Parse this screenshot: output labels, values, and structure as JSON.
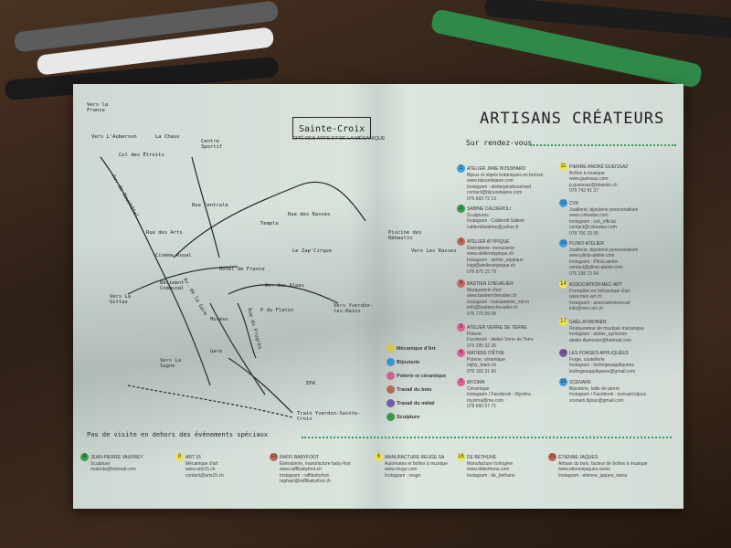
{
  "map": {
    "title": "Sainte-Croix",
    "subtitle": "Cité des arts et de la mécanique",
    "labels": [
      "Vers la France",
      "Vers L'Auberson",
      "La Chaux",
      "Col des Étroits",
      "Centre Sportif",
      "Rue des Arts",
      "Av. de Neuchâtel",
      "Rue Centrale",
      "Temple",
      "Rue des Rasses",
      "Cinéma Royal",
      "Hôtel de France",
      "Le Zap'Cirque",
      "Piscine des Réhaults",
      "Vers Les Rasses",
      "Bâtiment Communal",
      "Av. des Alpes",
      "Vers La Gittaz",
      "Av. de la Gare",
      "Musées",
      "Rue du Progrès",
      "Vers Yverdon-les-Bains",
      "P du Flaton",
      "Gare",
      "Vers La Sagne",
      "Train Yverdon-Sainte-Croix",
      "EPA"
    ]
  },
  "header": {
    "title": "Artisans Créateurs",
    "subtitle": "Sur rendez-vous"
  },
  "legend": [
    {
      "label": "Mécanique d'Art",
      "color": "#f2e24a"
    },
    {
      "label": "Bijouterie",
      "color": "#3a9ee0"
    },
    {
      "label": "Poterie et céramique",
      "color": "#e0609a"
    },
    {
      "label": "Travail du bois",
      "color": "#c0685a"
    },
    {
      "label": "Travail du métal",
      "color": "#7a5ab0"
    },
    {
      "label": "Sculpture",
      "color": "#3a9a4a"
    }
  ],
  "entries_left": [
    {
      "num": "1",
      "color": "#3a9ee0",
      "lines": [
        "Atelier Jane BOSSHARD",
        "Bijoux et objets botaniques en bronze",
        "www.bijouxdejane.com",
        "Instagram : atelierjanebosshard",
        "contact@bijouxdejane.com",
        "076 693 72 13"
      ]
    },
    {
      "num": "2",
      "color": "#3a9a4a",
      "lines": [
        "Sabine CALDEROLI",
        "Sculptures",
        "Instagram : Calderoli Sabine",
        "calderolisabine@yahoo.fr"
      ]
    },
    {
      "num": "3",
      "color": "#c0685a",
      "lines": [
        "ATELIER ATYPIQUE",
        "Ébénisterie, menuiserie",
        "www.atelieratypique.ch",
        "Instagram : atelier_atypique",
        "luigi@atelieratypique.ch",
        "076 575 15 78"
      ]
    },
    {
      "num": "4",
      "color": "#c0685a",
      "lines": [
        "Bastien CHEVALIER",
        "Marqueterie d'art",
        "www.bastienchevalier.ch",
        "Instagram : marqueterie_micro",
        "info@bastienchevalier.ch",
        "076 779 59 08"
      ]
    },
    {
      "num": "5",
      "color": "#e0609a",
      "lines": [
        "ATELIER VERRE DE TERRE",
        "Poterie",
        "Facebook : atelier Verre de Terre",
        "079 295 32 26"
      ]
    },
    {
      "num": "6",
      "color": "#e0609a",
      "lines": [
        "MATIÈRE D'ÊTRE",
        "Poterie, céramique",
        "mjiby_team.ch",
        "079 193 31 96"
      ]
    },
    {
      "num": "7",
      "color": "#e0609a",
      "lines": [
        "MYZIMA",
        "Céramique",
        "Instagram / Facebook : Myzima",
        "myzima@me.com",
        "078 690 07 71"
      ]
    }
  ],
  "entries_right": [
    {
      "num": "11",
      "color": "#f2e24a",
      "lines": [
        "Pierre-André GUEISSAZ",
        "Boîtes à musique",
        "www.gueissaz.com",
        "p.gueissaz@bluewin.ch",
        "079 742 81 37"
      ]
    },
    {
      "num": "12",
      "color": "#3a9ee0",
      "lines": [
        "CVK",
        "Joaillerie, bijouterie personnalisée",
        "www.cvkswiss.com",
        "Instagram : cvk_official",
        "contact@cvkswiss.com",
        "079 706 33 05"
      ]
    },
    {
      "num": "13",
      "color": "#3a9ee0",
      "lines": [
        "PLINIO ATELIER",
        "Joaillerie, bijouterie personnalisée",
        "www.plinio-atelier.com",
        "Instagram : Plinio.atelier",
        "contact@plinio-atelier.com",
        "076 398 73 94"
      ]
    },
    {
      "num": "14",
      "color": "#f2e24a",
      "lines": [
        "Association MEC-ART",
        "Formation en mécanique d'art",
        "www.mec-art.ch",
        "Instagram : associationmecart",
        "info@mec-art.ch"
      ]
    },
    {
      "num": "17",
      "color": "#f2e24a",
      "lines": [
        "Gaël AYMONIER",
        "Restaurateur de musique mécanique",
        "Instagram : atelier_aymonier",
        "atelier.Aymonier@hotmail.com"
      ]
    },
    {
      "num": "18",
      "color": "#7a5ab0",
      "lines": [
        "LES FORGES APPLIQUÉES",
        "Forge, coutellerie",
        "Instagram : lesforgesappliquees",
        "lesforgesappliquees@gmail.com"
      ]
    },
    {
      "num": "15",
      "color": "#3a9ee0",
      "lines": [
        "SCENARII",
        "Bijouterie, taille de pierre",
        "Instagram / Facebook : scenarii.bijoux",
        "scenarii.bijoux@gmail.com"
      ]
    }
  ],
  "footer": {
    "heading": "Pas de visite en dehors des événements spéciaux",
    "entries": [
      {
        "num": "9",
        "color": "#3a9a4a",
        "lines": [
          "Jean-Pierre VAUFREY",
          "Sculpture",
          "malenta@hotmail.com"
        ]
      },
      {
        "num": "8",
        "color": "#f2e24a",
        "lines": [
          "ART 15",
          "Mécanique d'art",
          "www.arts15.ch",
          "contact@arts15.ch"
        ]
      },
      {
        "num": "10",
        "color": "#c0685a",
        "lines": [
          "RAFFI BABYFOOT",
          "Ébénisterie, manufacture baby-foot",
          "www.raffibabyfoot.ch",
          "Instagram : raffibabyfoot",
          "raphael@raffibabyfoot.ch"
        ]
      },
      {
        "num": "6",
        "color": "#f2e24a",
        "lines": [
          "MANUFACTURE REUGE SA",
          "Automates et boîtes à musique",
          "www.reuge.com",
          "Instagram : reuge"
        ]
      },
      {
        "num": "16",
        "color": "#f2e24a",
        "lines": [
          "DE BETHUNE",
          "Manufacture horlogère",
          "www.debethune.com",
          "Instagram : de_bethune"
        ]
      },
      {
        "num": "20",
        "color": "#c0685a",
        "lines": [
          "Étienne JAQUES",
          "Artisan du bois, facteur de boîtes à musique",
          "www.etiennejaques.swiss",
          "Instagram : etienne_jaques_swiss"
        ]
      }
    ]
  }
}
